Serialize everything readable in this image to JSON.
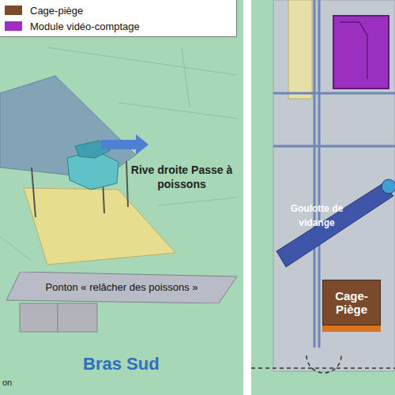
{
  "diagram": {
    "nodes": [
      {
        "text": [
          "Ponton « relâcher des poissons »"
        ]
      },
      {
        "text": [
          "Cage-Piège"
        ]
      }
    ],
    "labels": [
      "Rive droite Passe à poissons",
      "Bras Sud",
      "Goulotte de vidange",
      "on"
    ],
    "legend": [
      {
        "text": "Cage-piège",
        "color": "#7a4a2a"
      },
      {
        "text": "Module vidéo-comptage",
        "color": "#9b2fc0"
      }
    ]
  }
}
